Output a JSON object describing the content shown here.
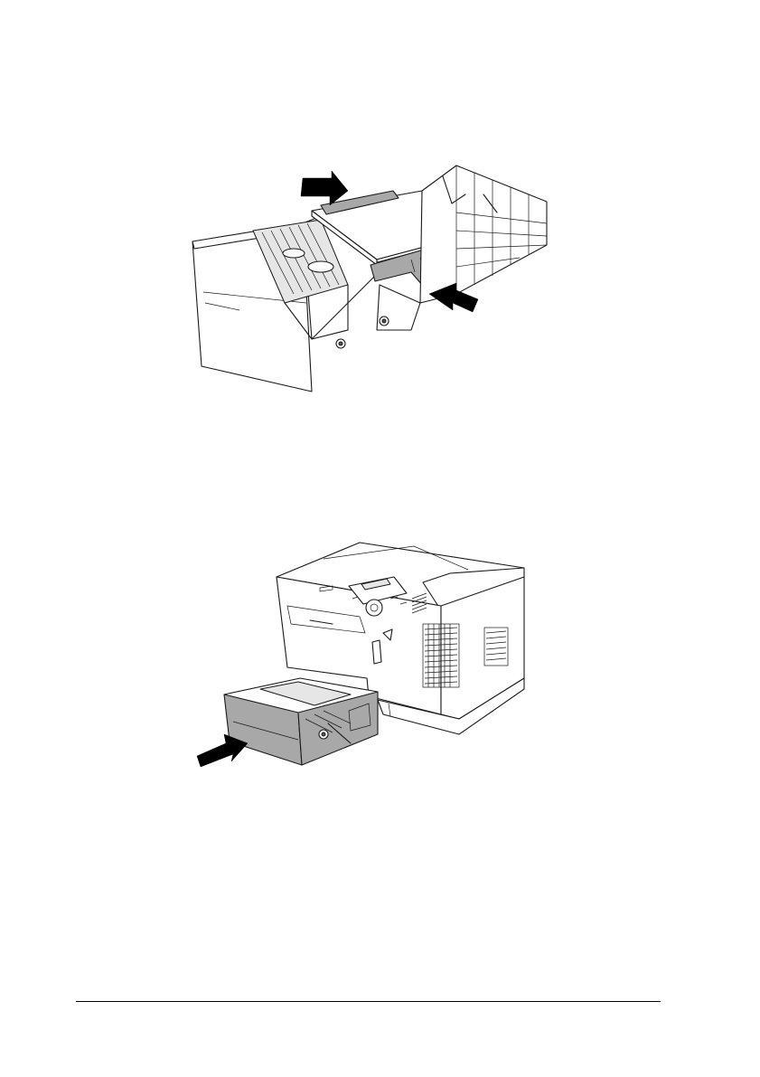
{
  "figures": [
    {
      "id": "paper-tray-guides",
      "arrows": 2
    },
    {
      "id": "printer-insert-tray",
      "arrows": 1
    }
  ],
  "colors": {
    "line": "#1a1a1a",
    "shade": "#a8a8a8",
    "background": "#ffffff"
  }
}
